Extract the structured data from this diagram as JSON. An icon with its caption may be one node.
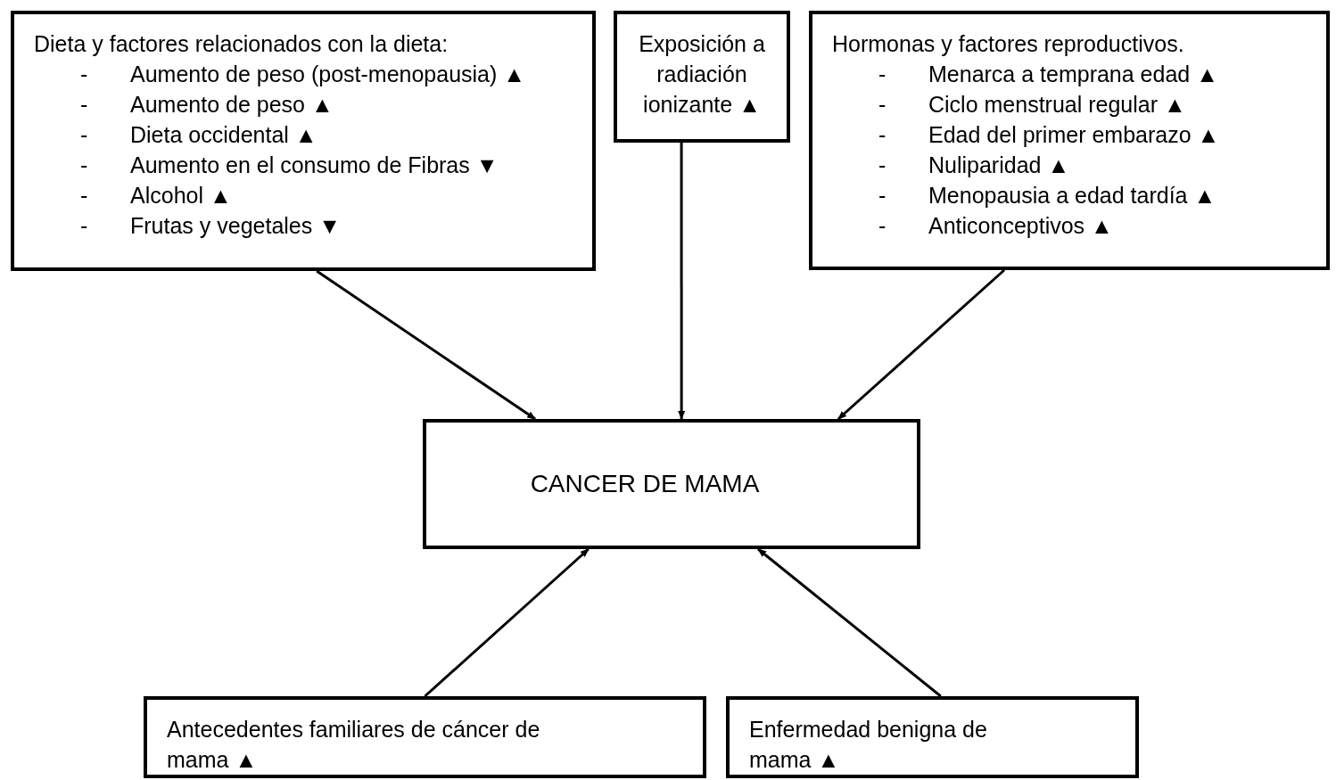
{
  "diagram": {
    "nodes": [
      {
        "text": [
          "Dieta y factores relacionados con la dieta:",
          "- Aumento de peso (post-menopausia) ▲",
          "- Aumento de peso ▲",
          "- Dieta occidental ▲",
          "- Aumento en el consumo de Fibras ▼",
          "- Alcohol ▲",
          "- Frutas y vegetales ▼"
        ]
      },
      {
        "text": [
          "Exposición a radiación ionizante ▲"
        ]
      },
      {
        "text": [
          "Hormonas y factores reproductivos.",
          "- Menarca a temprana edad ▲",
          "- Ciclo menstrual regular ▲",
          "- Edad del primer embarazo ▲",
          "- Nuliparidad ▲",
          "- Menopausia a edad tardía ▲",
          "- Anticonceptivos ▲"
        ]
      },
      {
        "text": [
          "CANCER DE MAMA"
        ]
      },
      {
        "text": [
          "Antecedentes familiares de cáncer de mama ▲"
        ]
      },
      {
        "text": [
          "Enfermedad benigna de mama ▲"
        ]
      }
    ],
    "edges": [
      {
        "from": 0,
        "to": 3,
        "arrow": "to"
      },
      {
        "from": 1,
        "to": 3,
        "arrow": "to"
      },
      {
        "from": 2,
        "to": 3,
        "arrow": "to"
      },
      {
        "from": 4,
        "to": 3,
        "arrow": "to"
      },
      {
        "from": 5,
        "to": 3,
        "arrow": "to"
      }
    ]
  }
}
